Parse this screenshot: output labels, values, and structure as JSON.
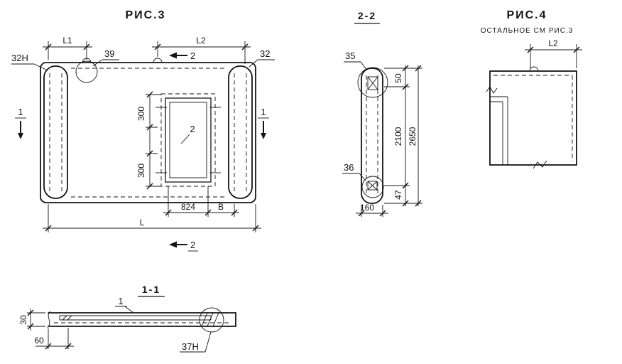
{
  "style": {
    "ink": "#141414",
    "background": "#ffffff"
  },
  "fig3": {
    "title": "РИС.3",
    "dim_l1": "L1",
    "dim_l2": "L2",
    "mark_39": "39",
    "mark_32": "32",
    "mark_32n": "32Н",
    "sec2_top": "2",
    "sec2_bottom": "2",
    "sec1_left": "1",
    "sec1_right": "1",
    "dim_300_top": "300",
    "dim_300_bottom": "300",
    "mark_2": "2",
    "dim_824": "824",
    "dim_b": "В",
    "dim_l": "L"
  },
  "sec22": {
    "title": "2-2",
    "mark_35": "35",
    "mark_36": "36",
    "dim_50": "50",
    "dim_2100": "2100",
    "dim_2650": "2650",
    "dim_47": "47",
    "dim_160": "160"
  },
  "fig4": {
    "title": "РИС.4",
    "subtitle": "ОСТАЛЬНОЕ СМ РИС.3",
    "dim_l2": "L2"
  },
  "sec11": {
    "title": "1-1",
    "mark_1": "1",
    "mark_37n": "37Н",
    "dim_30": "30",
    "dim_60": "60"
  }
}
